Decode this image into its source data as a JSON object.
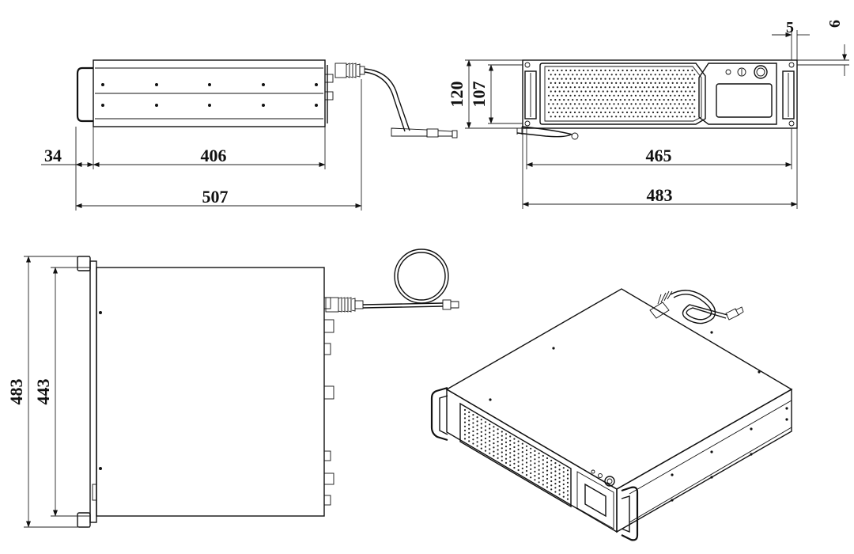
{
  "dimensions": {
    "side_handle": "34",
    "side_body": "406",
    "side_total": "507",
    "front_height_total": "120",
    "front_height_body": "107",
    "front_ear_width": "5",
    "front_ear_height": "6",
    "front_body_width": "465",
    "front_total_width": "483",
    "top_total_depth": "483",
    "top_body_depth": "443"
  },
  "colors": {
    "line": "#111111",
    "background": "#ffffff"
  }
}
